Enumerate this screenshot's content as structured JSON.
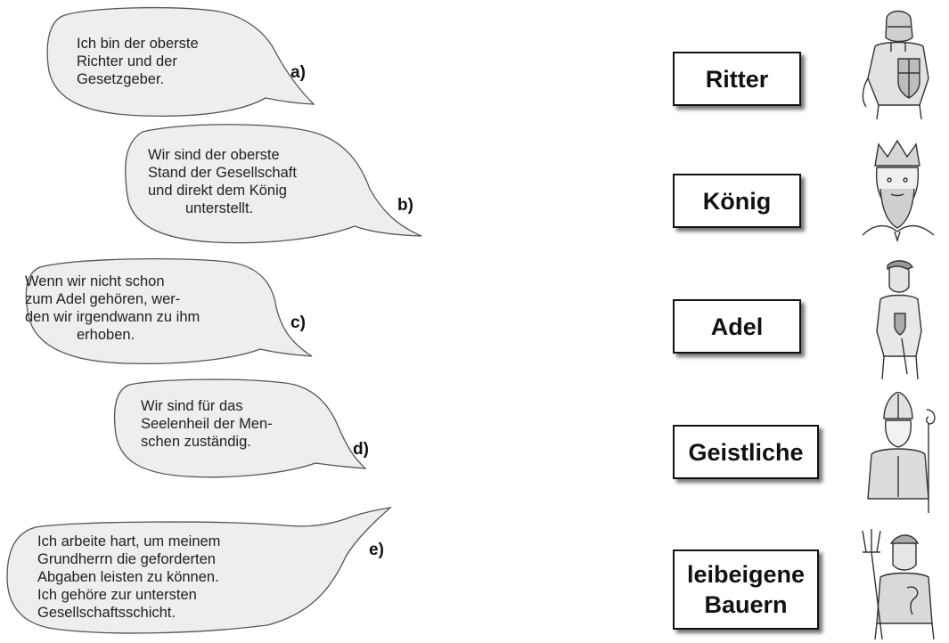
{
  "statements": [
    {
      "lines": [
        "Ich bin der oberste",
        "Richter und der",
        "Gesetzgeber."
      ],
      "label": "a)"
    },
    {
      "lines": [
        "Wir sind der oberste",
        "Stand der Gesellschaft",
        "und direkt dem König",
        "unterstellt."
      ],
      "label": "b)"
    },
    {
      "lines": [
        "Wenn wir nicht schon",
        "zum Adel gehören, wer-",
        "den wir irgendwann zu ihm",
        "erhoben."
      ],
      "label": "c)"
    },
    {
      "lines": [
        "Wir sind für das",
        "Seelenheil der Men-",
        "schen zuständig."
      ],
      "label": "d)"
    },
    {
      "lines": [
        "Ich arbeite hart, um meinem",
        "Grundherrn die geforderten",
        "Abgaben leisten zu können.",
        "Ich gehöre zur untersten",
        "Gesellschaftsschicht."
      ],
      "label": "e)"
    }
  ],
  "terms": [
    {
      "lines": [
        "Ritter"
      ],
      "icon": "knight-icon"
    },
    {
      "lines": [
        "König"
      ],
      "icon": "king-icon"
    },
    {
      "lines": [
        "Adel"
      ],
      "icon": "nobleman-icon"
    },
    {
      "lines": [
        "Geistliche"
      ],
      "icon": "bishop-icon"
    },
    {
      "lines": [
        "leibeigene",
        "Bauern"
      ],
      "icon": "peasant-icon"
    }
  ]
}
